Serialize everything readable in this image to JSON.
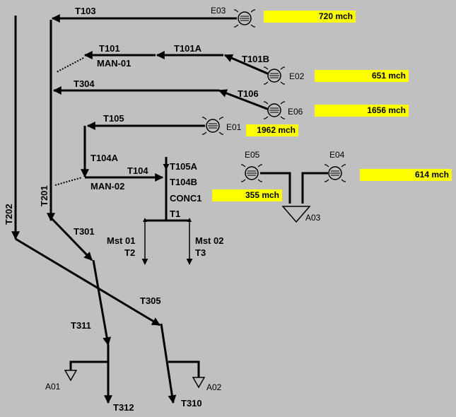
{
  "pipes": {
    "t103": "T103",
    "t101": "T101",
    "t101a": "T101A",
    "t101b": "T101B",
    "t304": "T304",
    "t106": "T106",
    "t105": "T105",
    "t104a": "T104A",
    "t104": "T104",
    "t105a": "T105A",
    "t104b": "T104B",
    "t1": "T1",
    "t2": "T2",
    "t3": "T3",
    "t201": "T201",
    "t202": "T202",
    "t301": "T301",
    "t305": "T305",
    "t311": "T311",
    "t312": "T312",
    "t310": "T310"
  },
  "nodes": {
    "man01": "MAN-01",
    "man02": "MAN-02",
    "conc1": "CONC1",
    "mst01": "Mst 01",
    "mst02": "Mst 02"
  },
  "pumps": {
    "e03": "E03",
    "e02": "E02",
    "e06": "E06",
    "e01": "E01",
    "e05": "E05",
    "e04": "E04"
  },
  "tanks": {
    "a01": "A01",
    "a02": "A02",
    "a03": "A03"
  },
  "flows": {
    "e03": "720 mch",
    "e02": "651 mch",
    "e06": "1656 mch",
    "e01": "1962 mch",
    "e05": "355 mch",
    "e04": "614 mch"
  },
  "colors": {
    "background": "#c0c0c0",
    "badge": "#ffff00",
    "line": "#000000"
  }
}
